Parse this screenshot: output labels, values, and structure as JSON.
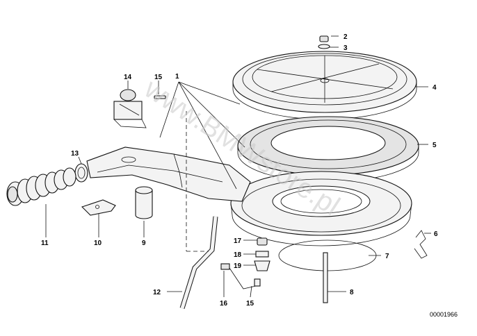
{
  "watermark": "www.BMWstore.pl",
  "diagram_id": "00001966",
  "callouts": {
    "c1": "1",
    "c2": "2",
    "c3": "3",
    "c4": "4",
    "c5": "5",
    "c6": "6",
    "c7": "7",
    "c8": "8",
    "c9": "9",
    "c10": "10",
    "c11": "11",
    "c12": "12",
    "c13": "13",
    "c14": "14",
    "c15a": "15",
    "c15b": "15",
    "c16": "16",
    "c17": "17",
    "c18": "18",
    "c19": "19"
  }
}
